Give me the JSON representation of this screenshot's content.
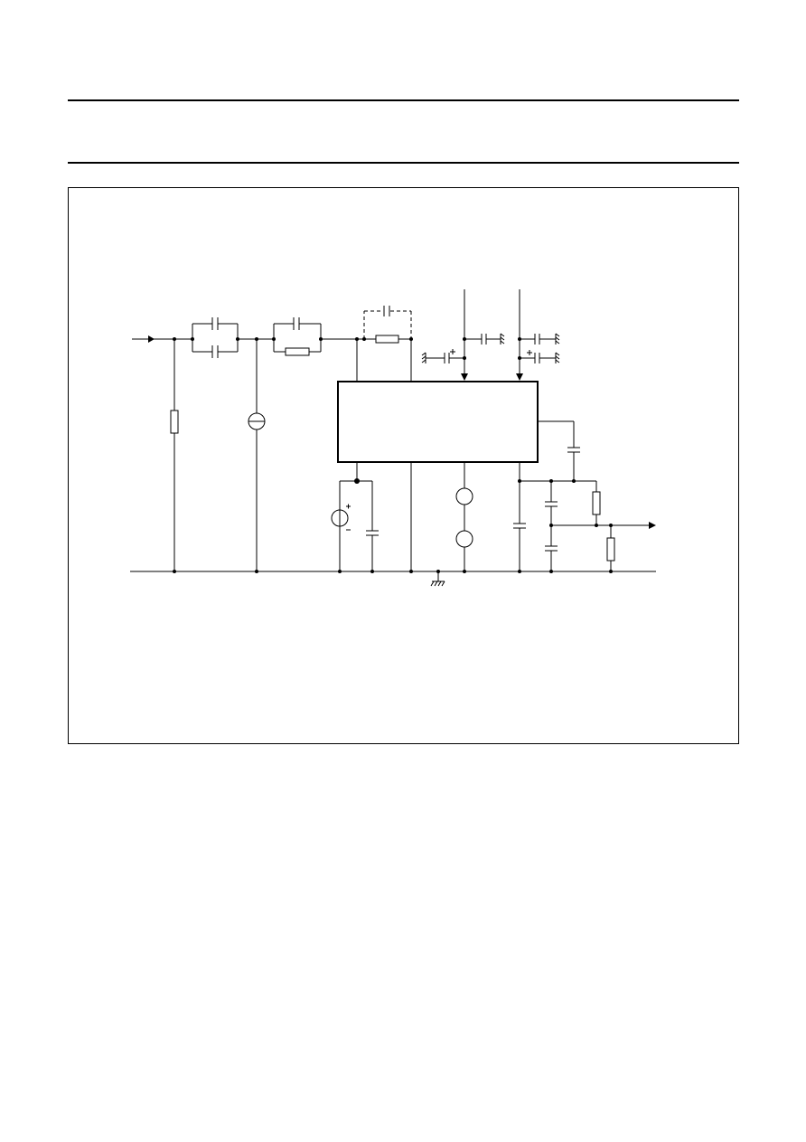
{
  "page": {
    "header_rule_top": "",
    "header_rule_bottom": ""
  },
  "figure": {
    "caption": "",
    "components": {
      "input": "signal-input-arrow",
      "output": "signal-output-arrow",
      "ic": "integrated-circuit-block",
      "ground": "ground-symbol"
    }
  },
  "colors": {
    "ink": "#000000",
    "background": "#ffffff"
  }
}
